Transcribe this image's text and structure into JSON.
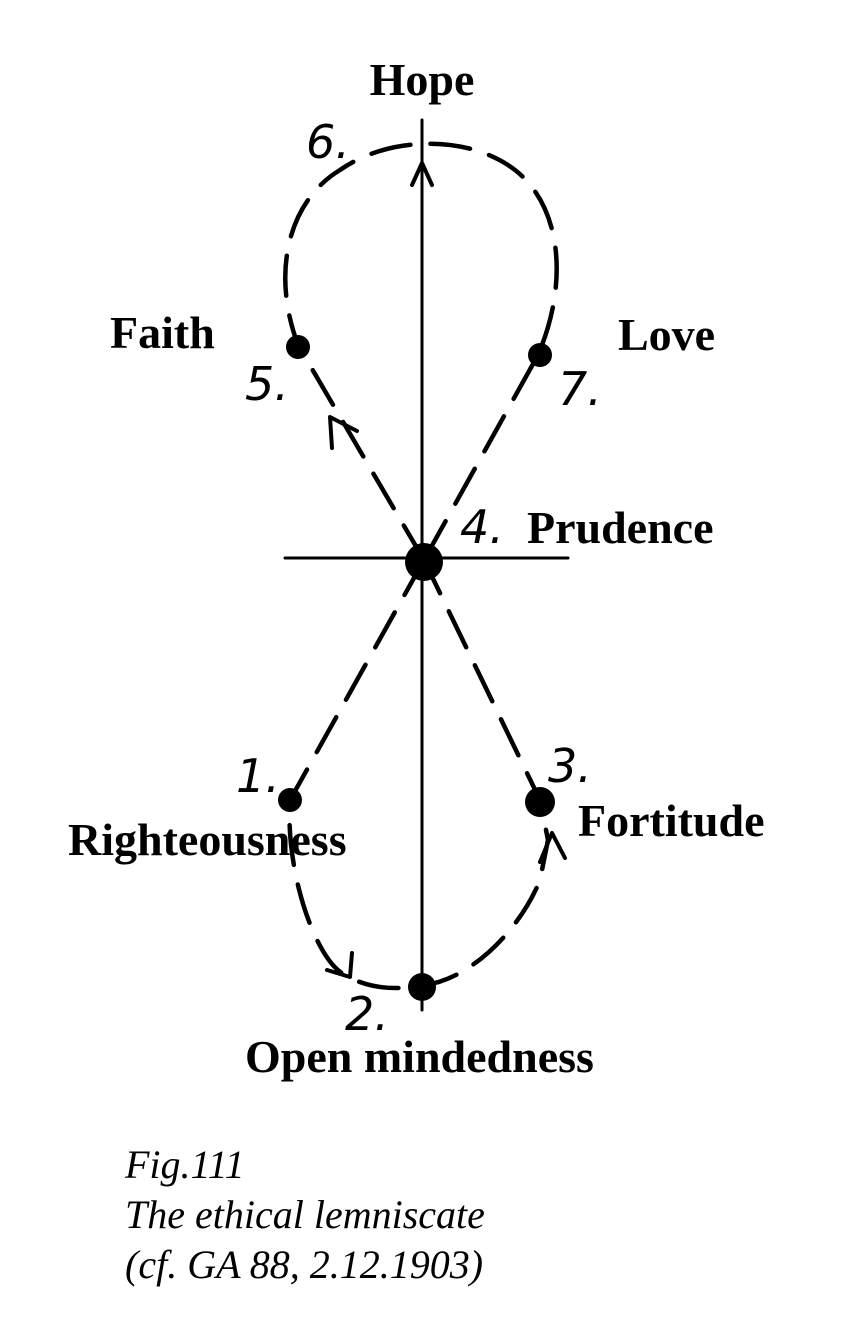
{
  "diagram": {
    "nodes": {
      "hope": {
        "label": "Hope",
        "number": "6."
      },
      "faith": {
        "label": "Faith",
        "number": "5."
      },
      "love": {
        "label": "Love",
        "number": "7."
      },
      "prudence": {
        "label": "Prudence",
        "number": "4."
      },
      "righteousness": {
        "label": "Righteousness",
        "number": "1."
      },
      "fortitude": {
        "label": "Fortitude",
        "number": "3."
      },
      "open_mindedness": {
        "label": "Open mindedness",
        "number": "2."
      }
    }
  },
  "caption": {
    "line1": "Fig.111",
    "line2": "The ethical lemniscate",
    "line3": "(cf. GA 88, 2.12.1903)"
  }
}
